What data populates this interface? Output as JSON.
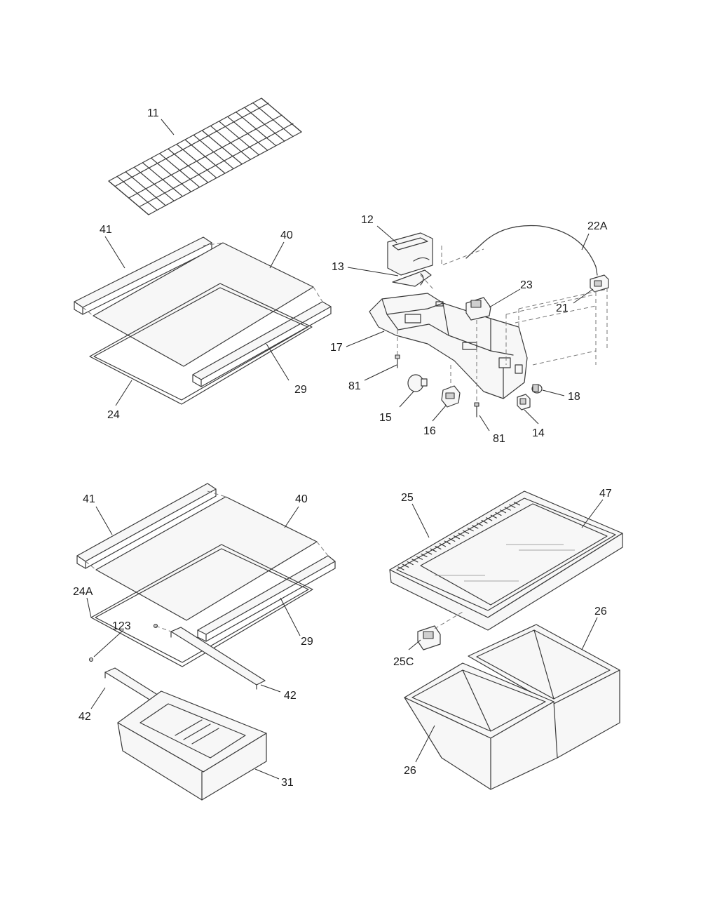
{
  "callouts": {
    "c11": "11",
    "c41_top": "41",
    "c40_top": "40",
    "c29_top": "29",
    "c24": "24",
    "c12": "12",
    "c22a": "22A",
    "c13": "13",
    "c23": "23",
    "c21": "21",
    "c17": "17",
    "c81_left": "81",
    "c81_right": "81",
    "c18": "18",
    "c15": "15",
    "c16": "16",
    "c14": "14",
    "c41_bot": "41",
    "c40_bot": "40",
    "c24a": "24A",
    "c123": "123",
    "c29_bot": "29",
    "c42_right": "42",
    "c42_left": "42",
    "c31": "31",
    "c25": "25",
    "c47": "47",
    "c26_right": "26",
    "c25c": "25C",
    "c26_left": "26"
  }
}
